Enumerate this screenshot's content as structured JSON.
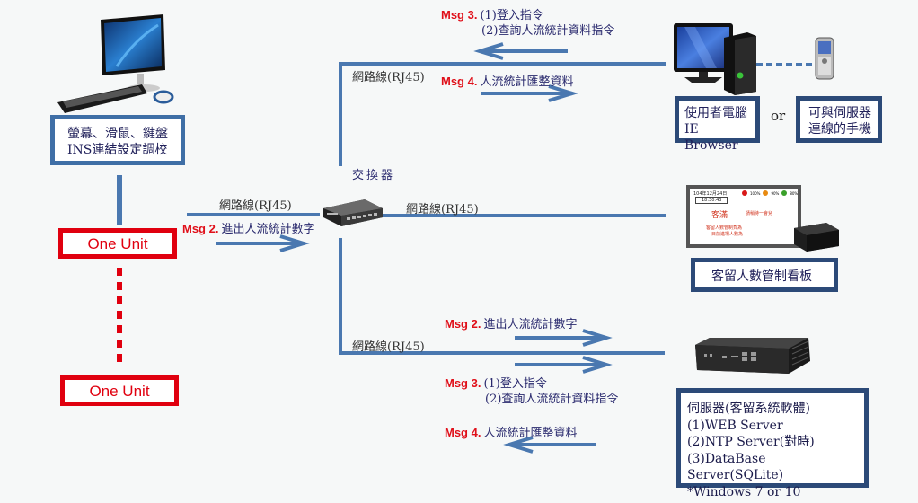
{
  "colors": {
    "line": "#4a78b0",
    "box_border": "#3f6fa6",
    "unit_red": "#e0000f",
    "msg_tag": "#e0101a",
    "text_navy": "#2a2a6e"
  },
  "left": {
    "pc_icon": "desktop-computer-icon",
    "pc_box_lines": [
      "螢幕、滑鼠、鍵盤",
      "INS連結設定調校"
    ],
    "units": [
      "One Unit",
      "One Unit"
    ]
  },
  "switch": {
    "icon": "network-switch-icon",
    "label": "交換器"
  },
  "cables": {
    "left": "網路線(RJ45)",
    "top": "網路線(RJ45)",
    "middle": "網路線(RJ45)",
    "bottom": "網路線(RJ45)"
  },
  "messages": {
    "left_msg2": {
      "tag": "Msg 2.",
      "text": "進出人流統計數字"
    },
    "top_msg3": {
      "tag": "Msg 3.",
      "line1": "(1)登入指令",
      "line2": "(2)查詢人流統計資料指令"
    },
    "top_msg4": {
      "tag": "Msg 4.",
      "text": "人流統計匯整資料"
    },
    "bottom_msg2": {
      "tag": "Msg 2.",
      "text": "進出人流統計數字"
    },
    "bottom_msg3": {
      "tag": "Msg 3.",
      "line1": "(1)登入指令",
      "line2": "(2)查詢人流統計資料指令"
    },
    "bottom_msg4": {
      "tag": "Msg 4.",
      "text": "人流統計匯整資料"
    }
  },
  "user_pc": {
    "icon": "user-computer-icon",
    "box_lines": [
      "使用者電腦",
      "IE Browser"
    ]
  },
  "or_label": "or",
  "phone": {
    "icon": "mobile-phone-icon",
    "box_lines": [
      "可與伺服器",
      "連線的手機"
    ]
  },
  "board": {
    "icon": "display-board-icon",
    "screen": {
      "date": "104年12月24日",
      "time": "18:30:43",
      "status": [
        "100%",
        "90%",
        "80%"
      ],
      "status_colors": [
        "#d81818",
        "#e88a10",
        "#3aa02a"
      ],
      "headline": "客滿",
      "notice": "請稍待一會兒",
      "line1": "客留人數管制負為",
      "line2": "目前進場人數為"
    },
    "box_label": "客留人數管制看板"
  },
  "server": {
    "icon": "mini-server-icon",
    "box_lines": [
      "伺服器(客留系統軟體)",
      "(1)WEB Server",
      "(2)NTP Server(對時)",
      "(3)DataBase Server(SQLite)",
      "*Windows 7 or 10"
    ]
  }
}
